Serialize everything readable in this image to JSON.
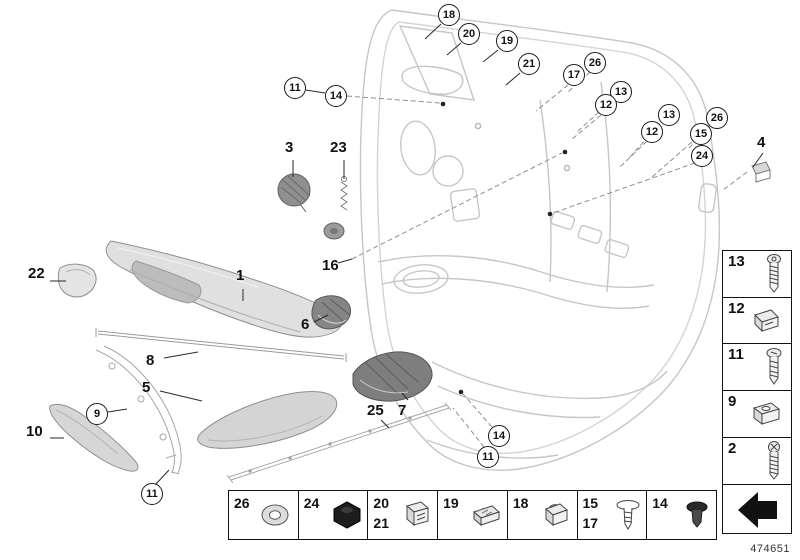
{
  "doc_number": "474651",
  "colors": {
    "line_art": "#c6c6c6",
    "leader_line": "#8e8e8e",
    "callout_border": "#1a1a1a",
    "part_dark": "#7e7e7e",
    "part_light": "#dedede"
  },
  "callouts": [
    {
      "label": "18"
    },
    {
      "label": "20"
    },
    {
      "label": "19"
    },
    {
      "label": "21"
    },
    {
      "label": "17"
    },
    {
      "label": "26"
    },
    {
      "label": "13"
    },
    {
      "label": "12"
    },
    {
      "label": "11"
    },
    {
      "label": "14"
    },
    {
      "label": "13"
    },
    {
      "label": "12"
    },
    {
      "label": "26"
    },
    {
      "label": "15"
    },
    {
      "label": "24"
    },
    {
      "label": "14"
    },
    {
      "label": "11"
    },
    {
      "label": "9"
    },
    {
      "label": "11"
    }
  ],
  "labels": [
    {
      "label": "3"
    },
    {
      "label": "23"
    },
    {
      "label": "16"
    },
    {
      "label": "22"
    },
    {
      "label": "1"
    },
    {
      "label": "6"
    },
    {
      "label": "8"
    },
    {
      "label": "5"
    },
    {
      "label": "10"
    },
    {
      "label": "25"
    },
    {
      "label": "7"
    },
    {
      "label": "4"
    }
  ],
  "legend_right": {
    "rows": [
      {
        "label": "13",
        "icon": "screw-icon"
      },
      {
        "label": "12",
        "icon": "clip-icon"
      },
      {
        "label": "11",
        "icon": "screw-icon"
      },
      {
        "label": "9",
        "icon": "clip-nut-icon"
      },
      {
        "label": "2",
        "icon": "screw-icon"
      }
    ],
    "symbol": "direction-arrow"
  },
  "legend_bottom": {
    "cells": [
      {
        "labels": [
          "26"
        ],
        "icon": "washer-icon"
      },
      {
        "labels": [
          "24"
        ],
        "icon": "hex-nut-icon"
      },
      {
        "labels": [
          "20",
          "21"
        ],
        "icon": "clip-icon"
      },
      {
        "labels": [
          "19"
        ],
        "icon": "clip-icon"
      },
      {
        "labels": [
          "18"
        ],
        "icon": "clip-icon"
      },
      {
        "labels": [
          "15",
          "17"
        ],
        "icon": "expansion-rivet-icon"
      },
      {
        "labels": [
          "14"
        ],
        "icon": "plug-icon"
      }
    ]
  }
}
